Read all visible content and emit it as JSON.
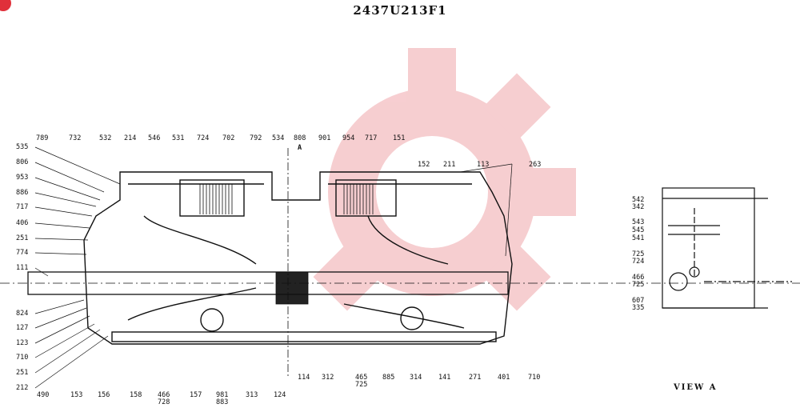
{
  "title": "2437U213F1",
  "view_label": "VIEW  A",
  "section_marker": "A",
  "accent_color": "#e0303a",
  "watermark_color": "#f6c9cc",
  "icons": {
    "badge": "red-circle-badge",
    "watermark": "gear-watermark"
  },
  "labels_left": [
    "535",
    "806",
    "953",
    "886",
    "717",
    "406",
    "251",
    "774",
    "111",
    "824",
    "127",
    "123",
    "710",
    "251",
    "212"
  ],
  "labels_top": [
    "789",
    "732",
    "532",
    "214",
    "546",
    "531",
    "724",
    "702",
    "792",
    "534",
    "808",
    "901",
    "954",
    "717",
    "151",
    "152",
    "211",
    "113",
    "263"
  ],
  "labels_bottom": [
    "490",
    "153",
    "156",
    "158",
    "466",
    "728",
    "157",
    "981",
    "883",
    "313",
    "124",
    "114",
    "312",
    "465",
    "725",
    "885",
    "314",
    "141",
    "271",
    "401",
    "710"
  ],
  "labels_view": [
    "542",
    "342",
    "543",
    "545",
    "541",
    "725",
    "724",
    "466",
    "725",
    "607",
    "335"
  ]
}
